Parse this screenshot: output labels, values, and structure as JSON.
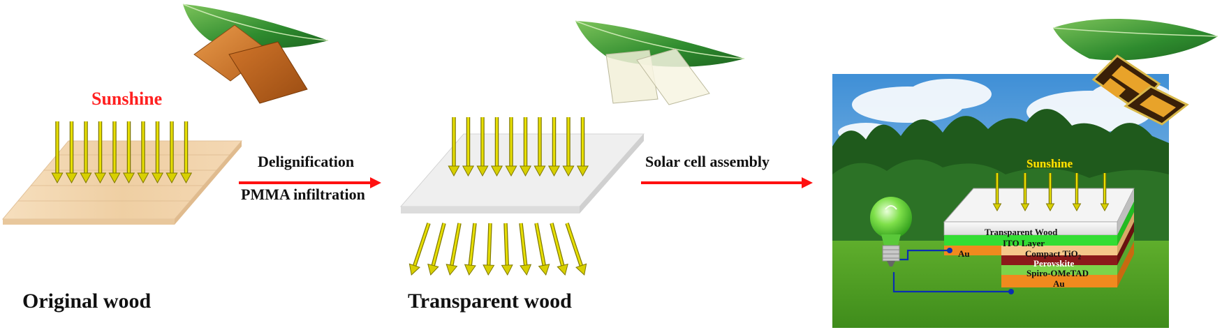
{
  "left": {
    "sunshine": "Sunshine",
    "title": "Original wood"
  },
  "middle": {
    "step_top": "Delignification",
    "step_bottom": "PMMA infiltration",
    "title": "Transparent wood"
  },
  "right": {
    "step": "Solar cell  assembly",
    "sunshine": "Sunshine",
    "layers": {
      "transparent_wood": "Transparent Wood",
      "ito": "ITO Layer",
      "au_side": "Au",
      "tio2": "Compact TiO",
      "tio2_sub": "2",
      "perovskite": "Perovskite",
      "spiro": "Spiro-OMeTAD",
      "au_bottom": "Au"
    }
  },
  "colors": {
    "arrow_red": "#ff1010",
    "ray_yellow": "#d8d000",
    "leaf_green": "#2e8b2e",
    "ito_green": "#33dd33",
    "tio2": "#f5c88a",
    "perovskite": "#8b1a1a",
    "spiro": "#7bd44a",
    "au": "#f08a1e",
    "wire": "#0a2fb0"
  }
}
